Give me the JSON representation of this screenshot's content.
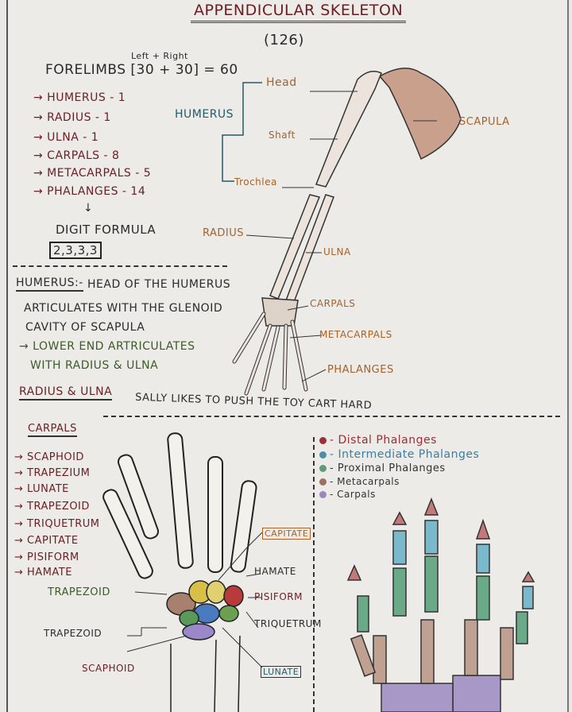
{
  "title": "APPENDICULAR SKELETON",
  "count": "(126)",
  "forelimbs": {
    "note": "Left + Right",
    "formula": "FORELIMBS [30 + 30] = 60"
  },
  "bones_list": [
    "→ HUMERUS - 1",
    "→ RADIUS - 1",
    "→ ULNA - 1",
    "→ CARPALS - 8",
    "→ METACARPALS - 5",
    "→ PHALANGES - 14"
  ],
  "arrow_down": "↓",
  "digit_formula_label": "DIGIT FORMULA",
  "digit_formula": "2,3,3,3",
  "arm_labels": {
    "humerus": "HUMERUS",
    "head": "Head",
    "shaft": "Shaft",
    "trochlea": "Trochlea",
    "scapula": "SCAPULA",
    "radius": "RADIUS",
    "ulna": "ULNA",
    "carpals": "CARPALS",
    "metacarpals": "METACARPALS",
    "phalanges": "PHALANGES"
  },
  "humerus_notes": {
    "heading": "HUMERUS:-",
    "line1": "HEAD OF THE HUMERUS",
    "line2": "ARTICULATES WITH THE GLENOID",
    "line3": "CAVITY OF SCAPULA",
    "line4": "→ LOWER END ARTRICULATES",
    "line5": "WITH RADIUS & ULNA"
  },
  "radius_ulna": {
    "heading": "RADIUS & ULNA",
    "mnemonic": "SALLY LIKES TO PUSH THE TOY CART HARD"
  },
  "carpals": {
    "heading": "CARPALS",
    "items": [
      "→ SCAPHOID",
      "→ TRAPEZIUM",
      "→ LUNATE",
      "→ TRAPEZOID",
      "→ TRIQUETRUM",
      "→ CAPITATE",
      "→ PISIFORM",
      "→ HAMATE"
    ]
  },
  "hand_labels": {
    "capitate": "CAPITATE",
    "hamate": "HAMATE",
    "trapezoid1": "TRAPEZOID",
    "pisiform": "PISIFORM",
    "triquetrum": "TRIQUETRUM",
    "trapezoid2": "TRAPEZOID",
    "scaphoid": "SCAPHOID",
    "lunate": "LUNATE"
  },
  "legend": [
    {
      "label": "- Distal Phalanges",
      "color": "#9a2f34"
    },
    {
      "label": "- Intermediate Phalanges",
      "color": "#4d8fa8"
    },
    {
      "label": "- Proximal Phalanges",
      "color": "#5f9a78"
    },
    {
      "label": "- Metacarpals",
      "color": "#9a7060"
    },
    {
      "label": "- Carpals",
      "color": "#9a88b8"
    }
  ]
}
